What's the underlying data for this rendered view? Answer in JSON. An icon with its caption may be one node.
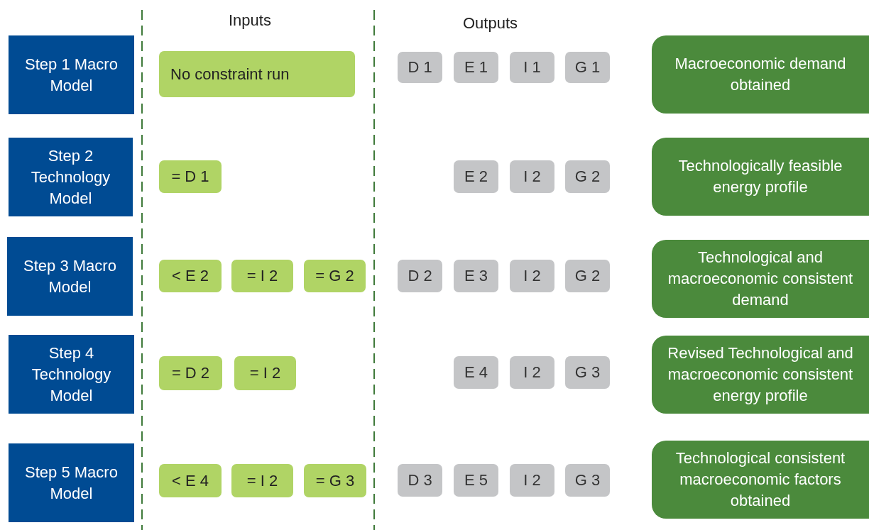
{
  "diagram": {
    "nodes": [
      {
        "text": [
          "Step 1 Macro Model"
        ]
      },
      {
        "text": [
          "No constraint run"
        ]
      },
      {
        "text": [
          "D 1"
        ]
      },
      {
        "text": [
          "E 1"
        ]
      },
      {
        "text": [
          "I 1"
        ]
      },
      {
        "text": [
          "G 1"
        ]
      },
      {
        "text": [
          "Macroeconomic demand obtained"
        ]
      },
      {
        "text": [
          "Step 2 Technology Model"
        ]
      },
      {
        "text": [
          "= D 1"
        ]
      },
      {
        "text": [
          "E 2"
        ]
      },
      {
        "text": [
          "I 2"
        ]
      },
      {
        "text": [
          "G 2"
        ]
      },
      {
        "text": [
          "Technologically feasible energy profile"
        ]
      },
      {
        "text": [
          "Step 3 Macro Model"
        ]
      },
      {
        "text": [
          "< E 2"
        ]
      },
      {
        "text": [
          "= I 2"
        ]
      },
      {
        "text": [
          "= G 2"
        ]
      },
      {
        "text": [
          "D 2"
        ]
      },
      {
        "text": [
          "E 3"
        ]
      },
      {
        "text": [
          "I 2"
        ]
      },
      {
        "text": [
          "G 2"
        ]
      },
      {
        "text": [
          "Technological and macroeconomic consistent demand"
        ]
      },
      {
        "text": [
          "Step 4 Technology Model"
        ]
      },
      {
        "text": [
          "= D 2"
        ]
      },
      {
        "text": [
          "= I 2"
        ]
      },
      {
        "text": [
          "E 4"
        ]
      },
      {
        "text": [
          "I 2"
        ]
      },
      {
        "text": [
          "G 3"
        ]
      },
      {
        "text": [
          "Revised Technological and macroeconomic consistent energy profile"
        ]
      },
      {
        "text": [
          "Step 5 Macro Model"
        ]
      },
      {
        "text": [
          "< E 4"
        ]
      },
      {
        "text": [
          "= I 2"
        ]
      },
      {
        "text": [
          "= G 3"
        ]
      },
      {
        "text": [
          "D 3"
        ]
      },
      {
        "text": [
          "E 5"
        ]
      },
      {
        "text": [
          "I 2"
        ]
      },
      {
        "text": [
          "G 3"
        ]
      },
      {
        "text": [
          "Technological consistent macroeconomic factors obtained"
        ]
      }
    ],
    "edges": [],
    "labels": [
      "Inputs",
      "Outputs"
    ]
  }
}
